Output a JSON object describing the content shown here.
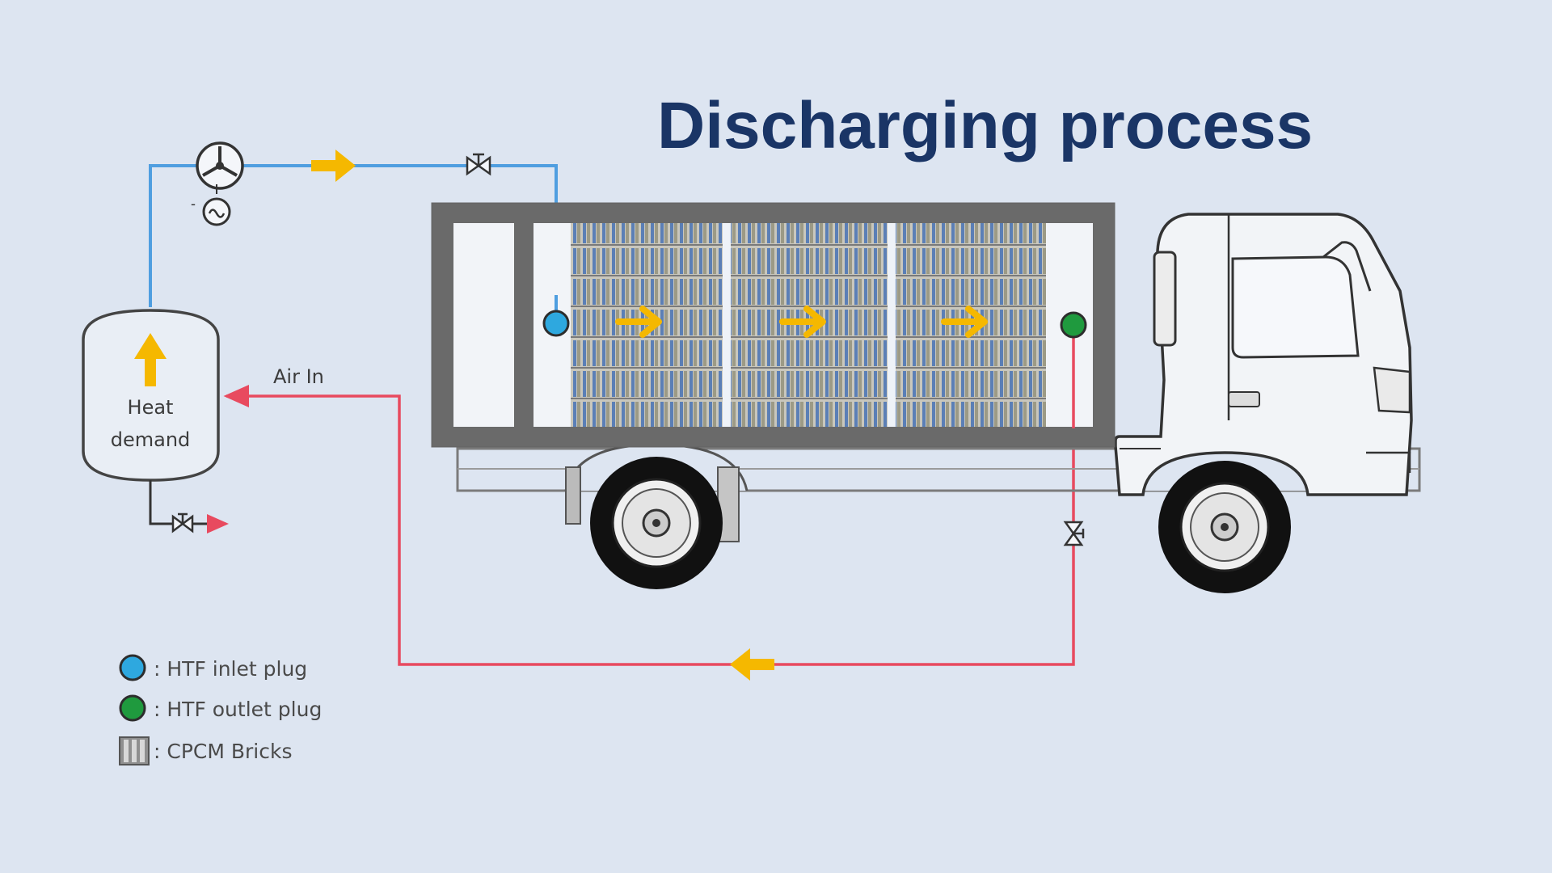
{
  "title": "Discharging process",
  "labels": {
    "air_in": "Air In",
    "heat_line1": "Heat",
    "heat_line2": "demand"
  },
  "legend": [
    {
      "symbol": "circle",
      "color": "#2ea8df",
      "text": ": HTF inlet plug"
    },
    {
      "symbol": "circle",
      "color": "#1f9a3e",
      "text": ": HTF outlet plug"
    },
    {
      "symbol": "bricks",
      "color": "#8a8a8a",
      "text": ": CPCM Bricks"
    }
  ],
  "colors": {
    "hot_line": "#e84a5f",
    "cold_line": "#4f9ee0",
    "flow_arrow": "#f5b800",
    "inlet_plug": "#2ea8df",
    "outlet_plug": "#1f9a3e",
    "title": "#1a3566"
  },
  "icons": [
    "fan-icon",
    "generator-icon",
    "valve-icon",
    "flow-arrow-icon",
    "truck-icon",
    "tank-icon"
  ]
}
